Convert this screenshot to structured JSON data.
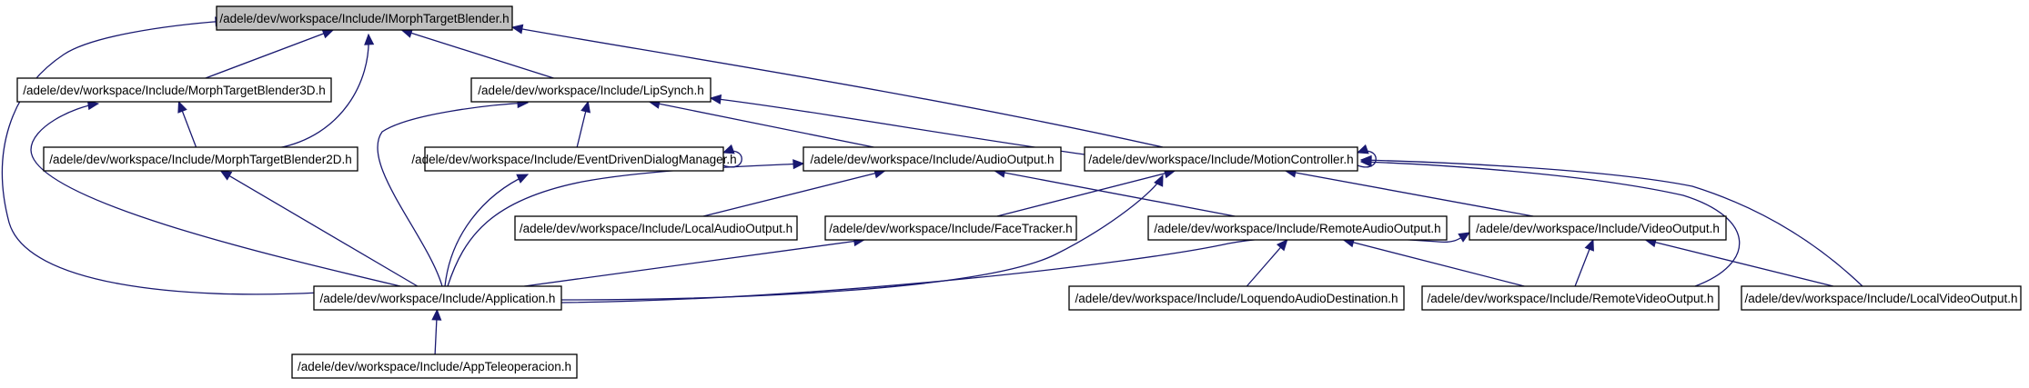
{
  "graph": {
    "nodes": {
      "imorph": "/adele/dev/workspace/Include/IMorphTargetBlender.h",
      "mtb3d": "/adele/dev/workspace/Include/MorphTargetBlender3D.h",
      "lipsynch": "/adele/dev/workspace/Include/LipSynch.h",
      "mtb2d": "/adele/dev/workspace/Include/MorphTargetBlender2D.h",
      "eddm": "/adele/dev/workspace/Include/EventDrivenDialogManager.h",
      "audioout": "/adele/dev/workspace/Include/AudioOutput.h",
      "motion": "/adele/dev/workspace/Include/MotionController.h",
      "localaudio": "/adele/dev/workspace/Include/LocalAudioOutput.h",
      "facetracker": "/adele/dev/workspace/Include/FaceTracker.h",
      "remoteaudio": "/adele/dev/workspace/Include/RemoteAudioOutput.h",
      "videoout": "/adele/dev/workspace/Include/VideoOutput.h",
      "application": "/adele/dev/workspace/Include/Application.h",
      "loquendo": "/adele/dev/workspace/Include/LoquendoAudioDestination.h",
      "remotevideo": "/adele/dev/workspace/Include/RemoteVideoOutput.h",
      "localvideo": "/adele/dev/workspace/Include/LocalVideoOutput.h",
      "apptele": "/adele/dev/workspace/Include/AppTeleoperacion.h"
    },
    "edges": [
      [
        "mtb3d",
        "imorph"
      ],
      [
        "mtb2d",
        "imorph"
      ],
      [
        "lipsynch",
        "imorph"
      ],
      [
        "motion",
        "imorph"
      ],
      [
        "application",
        "imorph"
      ],
      [
        "mtb2d",
        "mtb3d"
      ],
      [
        "application",
        "mtb3d"
      ],
      [
        "eddm",
        "lipsynch"
      ],
      [
        "audioout",
        "lipsynch"
      ],
      [
        "motion",
        "lipsynch"
      ],
      [
        "application",
        "lipsynch"
      ],
      [
        "application",
        "mtb2d"
      ],
      [
        "eddm",
        "eddm"
      ],
      [
        "application",
        "eddm"
      ],
      [
        "localaudio",
        "audioout"
      ],
      [
        "remoteaudio",
        "audioout"
      ],
      [
        "application",
        "audioout"
      ],
      [
        "motion",
        "motion"
      ],
      [
        "facetracker",
        "motion"
      ],
      [
        "videoout",
        "motion"
      ],
      [
        "application",
        "motion"
      ],
      [
        "remotevideo",
        "motion"
      ],
      [
        "localvideo",
        "motion"
      ],
      [
        "application",
        "facetracker"
      ],
      [
        "loquendo",
        "remoteaudio"
      ],
      [
        "remotevideo",
        "remoteaudio"
      ],
      [
        "application",
        "videoout"
      ],
      [
        "remotevideo",
        "videoout"
      ],
      [
        "localvideo",
        "videoout"
      ],
      [
        "apptele",
        "application"
      ]
    ]
  }
}
